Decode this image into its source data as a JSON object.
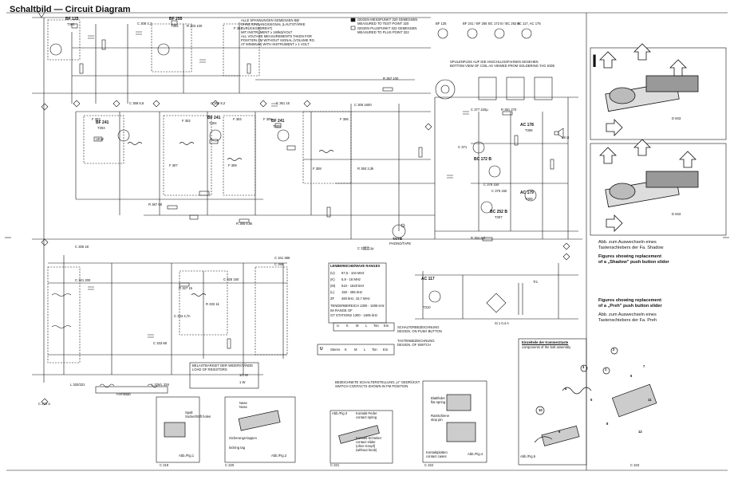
{
  "header": {
    "title": "Schaltbild — Circuit Diagram"
  },
  "notes": {
    "measure_de_1": "ALLE SPANNUNGEN GEMESSEN BEI",
    "measure_de_2": "OHNE EINGANGSSIGNAL (LAUTSTÄRKE",
    "measure_de_3": "ZURÜCKGEDREHT)",
    "measure_de_4": "MIT INSTRUMENT ≥ 160kΩ/VOLT",
    "measure_en_1": "ALL VOLTAGE MEASUREMENTS TAKEN FOR",
    "measure_en_2": "POSITION AM WITHOUT SIGNAL (VOLUME RG.",
    "measure_en_3": "AT MINIMUM) WITH INSTRUMENT ≥ 1 VOLT",
    "neg_de": "GEGEN MESSPUNKT 320 GEMESSEN",
    "neg_en": "MEASURED TO TEST POINT 320",
    "pos_de": "GEGEN PLUSPUNKT 322 GEMESSEN",
    "pos_en": "MEASURED TO PLUS POINT 322"
  },
  "transistor_pinouts": [
    "BF 125",
    "BF 241 / BF 255",
    "BC 172 B / BC 252 B",
    "AC 117, AC 175"
  ],
  "coil_note": {
    "de": "SPULENFUSS AUF DIE ANSCHLUSSFAHNEN GESEHEN",
    "en": "BOTTOM VIEW OF COIL AS VIEWED FROM SOLDERING TAG SIDE"
  },
  "component_labels": [
    {
      "name": "t301",
      "text": "BF 125"
    },
    {
      "name": "t301-ref",
      "text": "T301"
    },
    {
      "name": "t302",
      "text": "BF 255"
    },
    {
      "name": "t302-ref",
      "text": "T302"
    },
    {
      "name": "t303",
      "text": "BF 241"
    },
    {
      "name": "t303-ref",
      "text": "T303"
    },
    {
      "name": "t304",
      "text": "BF 241"
    },
    {
      "name": "t304-ref",
      "text": "T304"
    },
    {
      "name": "t305",
      "text": "BF 241"
    },
    {
      "name": "t305-ref",
      "text": "T305"
    },
    {
      "name": "t306",
      "text": "AC 178"
    },
    {
      "name": "t306-ref",
      "text": "T306"
    },
    {
      "name": "t307",
      "text": "BC 172 B"
    },
    {
      "name": "t308",
      "text": "AC 179"
    },
    {
      "name": "t308-ref",
      "text": "T308"
    },
    {
      "name": "t309",
      "text": "BC 252 B"
    },
    {
      "name": "t309-ref",
      "text": "T307"
    },
    {
      "name": "t310",
      "text": "AC 117"
    },
    {
      "name": "t310-ref",
      "text": "T310"
    },
    {
      "name": "ta",
      "text": "TA/TB"
    },
    {
      "name": "phono",
      "text": "PHONO/TAPE"
    },
    {
      "name": "tr1",
      "text": "Tr1"
    },
    {
      "name": "si",
      "text": "Si 1  0,4 A"
    },
    {
      "name": "ls",
      "text": "LS Ω"
    },
    {
      "name": "c270",
      "text": "C 270 a"
    },
    {
      "name": "ferrite",
      "text": "Ferritstab"
    },
    {
      "name": "r367",
      "text": "R 367 100"
    },
    {
      "name": "c330",
      "text": "C 330  0,1μ"
    },
    {
      "name": "r385",
      "text": "R 385 6,8k"
    },
    {
      "name": "c305",
      "text": "C 305 18"
    },
    {
      "name": "c321",
      "text": "C 321 200"
    },
    {
      "name": "c358",
      "text": "C 358 5,6"
    },
    {
      "name": "c362",
      "text": "C 362 8,2"
    },
    {
      "name": "c361",
      "text": "C 361 15"
    },
    {
      "name": "c377",
      "text": "C 377 220μ"
    },
    {
      "name": "r381",
      "text": "R 381 270"
    },
    {
      "name": "r384",
      "text": "R 384 8,2"
    },
    {
      "name": "r367b",
      "text": "R 367 68"
    },
    {
      "name": "c395",
      "text": "C 395"
    },
    {
      "name": "l320",
      "text": "L 320/321"
    },
    {
      "name": "l326",
      "text": "L 326/L 328"
    },
    {
      "name": "c333",
      "text": "C 333 68"
    },
    {
      "name": "c334",
      "text": "C 334 4,7n"
    },
    {
      "name": "r327",
      "text": "R 327 15"
    },
    {
      "name": "r333",
      "text": "R 333 1k"
    },
    {
      "name": "c325",
      "text": "C 325 150"
    },
    {
      "name": "c341",
      "text": "C 341 385"
    },
    {
      "name": "c308",
      "text": "C 308 4,3"
    },
    {
      "name": "r303",
      "text": "R 303 100"
    },
    {
      "name": "f301",
      "text": "F 301"
    },
    {
      "name": "f302",
      "text": "F 302"
    },
    {
      "name": "f303",
      "text": "F 303"
    },
    {
      "name": "f304",
      "text": "F 304"
    },
    {
      "name": "f305",
      "text": "F 305"
    },
    {
      "name": "f306",
      "text": "F 306"
    },
    {
      "name": "f307",
      "text": "F 307"
    },
    {
      "name": "f308",
      "text": "F 308"
    },
    {
      "name": "f309",
      "text": "F 309"
    },
    {
      "name": "c306",
      "text": "C 306 1600"
    },
    {
      "name": "r393",
      "text": "R 393 3,3k"
    },
    {
      "name": "c378",
      "text": "C 378 150"
    },
    {
      "name": "c379",
      "text": "C 379 150"
    },
    {
      "name": "c371",
      "text": "C 371"
    },
    {
      "name": "ukw",
      "text": "UKW"
    }
  ],
  "ranges_table": {
    "header": "LENBEREICHE/WAVE RANGES",
    "rows": [
      {
        "band": "(U)",
        "range": "87,5 - 104 MHz"
      },
      {
        "band": "(K)",
        "range": "5,9 - 16 MHz"
      },
      {
        "band": "(M)",
        "range": "510 - 1620 kHz"
      },
      {
        "band": "(L)",
        "range": "150 - 285 kHz"
      },
      {
        "band": "ZF",
        "range": "460 kHz, 10,7 MHz"
      }
    ],
    "tender_1": "TENDERBEREICH  1300 - 1605 kHz",
    "tender_2": "IM RANGE OF",
    "tender_3": "GT STATIONS  1300 - 1605 kHz"
  },
  "switch_labels": {
    "keys": [
      "U",
      "K",
      "M",
      "L",
      "Ton",
      "Ein"
    ],
    "de": "SCHALTERBEZEICHNUNG",
    "en": "DESIGN. ON PUSH BUTTON",
    "keys2": [
      "U",
      "Stereo",
      "K",
      "M",
      "L",
      "Ton",
      "Ein"
    ],
    "de2": "TASTENBEZEICHNUNG",
    "en2": "DESIGN. OF SWITCH",
    "pos_note_de": "BEZEICHNETE SCHALTERSTELLUNG „U\" GEDRÜCKT",
    "pos_note_en": "SWITCH CONTACTS SHOWN IN FM POSITION"
  },
  "load_table": {
    "de": "BELASTBARKEIT DER WIDERSTÄNDE",
    "en": "LOAD OF RESISTORS",
    "rows": [
      "1/3 W",
      "1 W"
    ]
  },
  "fig_labels": {
    "fig1": "Abb./Fig.1",
    "fig1_code": "C 219",
    "fig1_a": "Spalt",
    "fig1_b": "Sockel/Stift holes",
    "fig2": "Abb./Fig.2",
    "fig2_code": "C 220",
    "fig2_a": "Nase",
    "fig2_b": "Nose",
    "fig2_c": "Sicherungs-lappen",
    "fig2_d": "locking tag",
    "fig3": "Abb./Fig.3",
    "fig3_code": "C 221",
    "fig3_a": "Kontakt-Feder",
    "fig3_b": "contact spring",
    "fig3_c": "Kontakt-Schieber",
    "fig3_d": "contact slider",
    "fig3_e": "(ohne Knopf)",
    "fig3_f": "(without knob)",
    "fig4": "Abb./Fig.4",
    "fig4_code": "C 222",
    "fig4_a": "Blattfeder",
    "fig4_b": "flat spring",
    "fig4_c": "Rastschiene",
    "fig4_d": "stop pin",
    "fig4_e": "Kontaktplatten",
    "fig4_f": "contact cases",
    "fig5": "Abb./Fig.5",
    "fig5_code": "C 223"
  },
  "right_panel": {
    "roman": "I",
    "caption1_de": "Abb. zum Auswechseln eines",
    "caption1_de2": "Tastenschiebers der Fa. Shadow",
    "caption1_en": "Figures showing replacement",
    "caption1_en2": "of a „Shadow\" push button slider",
    "caption2_en": "Figures showing replacement",
    "caption2_en2": "of a „Preh\" push button slider",
    "caption2_de": "Abb. zum Auswechseln eines",
    "caption2_de2": "Tastenschiebers der Fa. Preh",
    "code1": "D 843",
    "code2": "D 843",
    "parts_de": "Einzelteile der Kommerztaste",
    "parts_en": "components of the bolt assembly",
    "numbers": [
      "1",
      "2",
      "3",
      "4",
      "5",
      "6",
      "7",
      "8",
      "9",
      "10",
      "11",
      "12"
    ]
  }
}
